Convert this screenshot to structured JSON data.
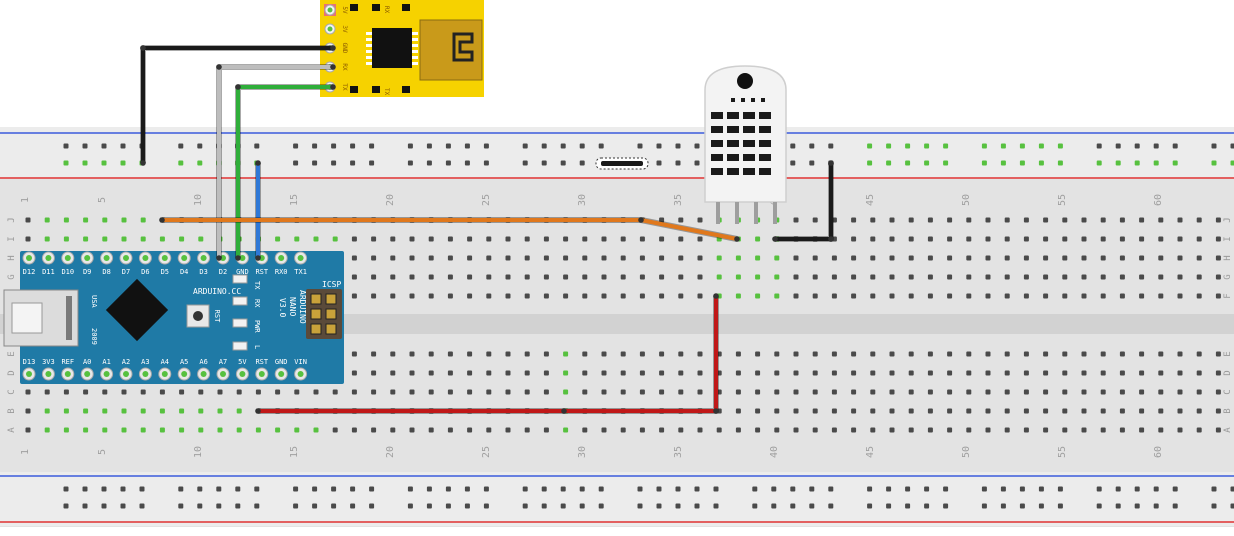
{
  "colors": {
    "board_bg": "#e3e3e3",
    "rail_bg": "#ececec",
    "rail_blue": "#3b5bdb",
    "rail_red": "#e03131",
    "hole": "#4a4a4a",
    "hole_connected": "#57c13f",
    "nano_pcb": "#1f7aa6",
    "ftdi_pcb": "#f6d200",
    "wire_black": "#1a1a1a",
    "wire_gray": "#bdbdbd",
    "wire_green": "#2fae3a",
    "wire_blue": "#2f78d6",
    "wire_orange": "#e0781c",
    "wire_red": "#c01818"
  },
  "breadboard": {
    "row_letters_top": [
      "J",
      "I",
      "H",
      "G",
      "F"
    ],
    "row_letters_bottom": [
      "E",
      "D",
      "C",
      "B",
      "A"
    ],
    "column_numbers": [
      "1",
      "5",
      "10",
      "15",
      "20",
      "25",
      "30",
      "35",
      "40",
      "45",
      "50",
      "55",
      "60"
    ]
  },
  "arduino_nano": {
    "top_pins": [
      "D12",
      "D11",
      "D10",
      "D9",
      "D8",
      "D7",
      "D6",
      "D5",
      "D4",
      "D3",
      "D2",
      "GND",
      "RST",
      "RX0",
      "TX1"
    ],
    "bottom_pins": [
      "D13",
      "3V3",
      "REF",
      "A0",
      "A1",
      "A2",
      "A3",
      "A4",
      "A5",
      "A6",
      "A7",
      "5V",
      "RST",
      "GND",
      "VIN"
    ],
    "brand_text": "ARDUINO.CC",
    "model_lines": [
      "ARDUINO",
      "NANO",
      "V3.0"
    ],
    "icsp_label": "ICSP",
    "rst_button_label": "RST",
    "led_labels": [
      "TX",
      "RX",
      "PWR",
      "L"
    ],
    "usa_label": "USA",
    "year_label": "2009"
  },
  "ftdi_adapter": {
    "pin_labels": [
      "5V",
      "3V",
      "GND",
      "RX",
      "TX"
    ],
    "side_labels": [
      "RX",
      "TX"
    ]
  }
}
